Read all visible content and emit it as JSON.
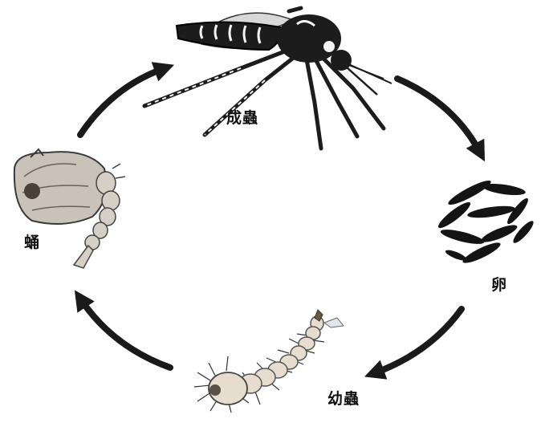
{
  "diagram": {
    "type": "life-cycle",
    "stages": [
      {
        "id": "adult",
        "label": "成蟲",
        "icon": "mosquito-icon"
      },
      {
        "id": "egg",
        "label": "卵",
        "icon": "eggs-icon"
      },
      {
        "id": "larva",
        "label": "幼蟲",
        "icon": "larva-icon"
      },
      {
        "id": "pupa",
        "label": "蛹",
        "icon": "pupa-icon"
      }
    ],
    "flow": [
      "adult",
      "egg",
      "larva",
      "pupa",
      "adult"
    ],
    "colors": {
      "arrow": "#1a1a1a",
      "egg": "#141414",
      "pupa_fill": "#c9c2b8",
      "larva_fill": "#e6ddcf",
      "mosquito_body": "#1c1c1c"
    }
  }
}
